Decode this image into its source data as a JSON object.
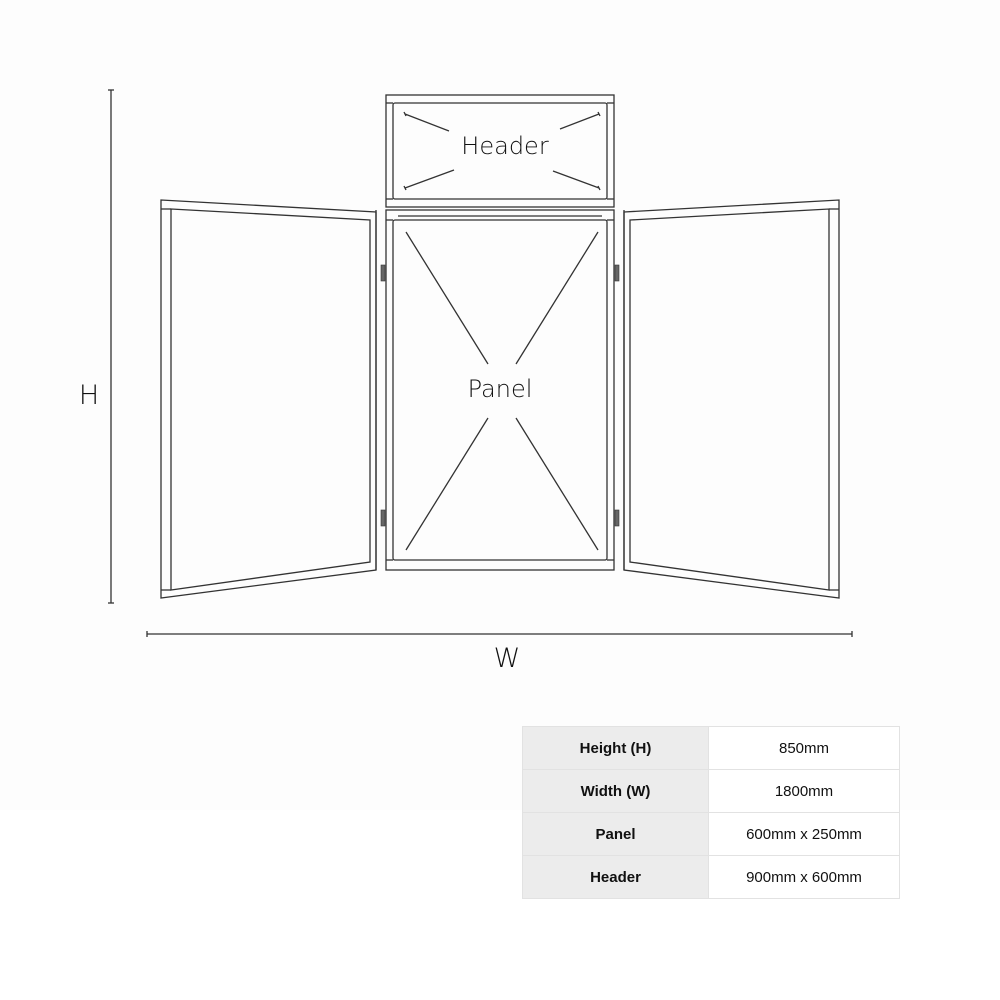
{
  "diagram": {
    "labels": {
      "header": "Header",
      "panel": "Panel",
      "height_marker": "H",
      "width_marker": "W"
    },
    "line_color": "#333333"
  },
  "specs_table": {
    "rows": [
      {
        "label": "Height (H)",
        "value": "850mm"
      },
      {
        "label": "Width (W)",
        "value": "1800mm"
      },
      {
        "label": "Panel",
        "value": "600mm x 250mm"
      },
      {
        "label": "Header",
        "value": "900mm x 600mm"
      }
    ],
    "label_bg": "#ececec"
  }
}
